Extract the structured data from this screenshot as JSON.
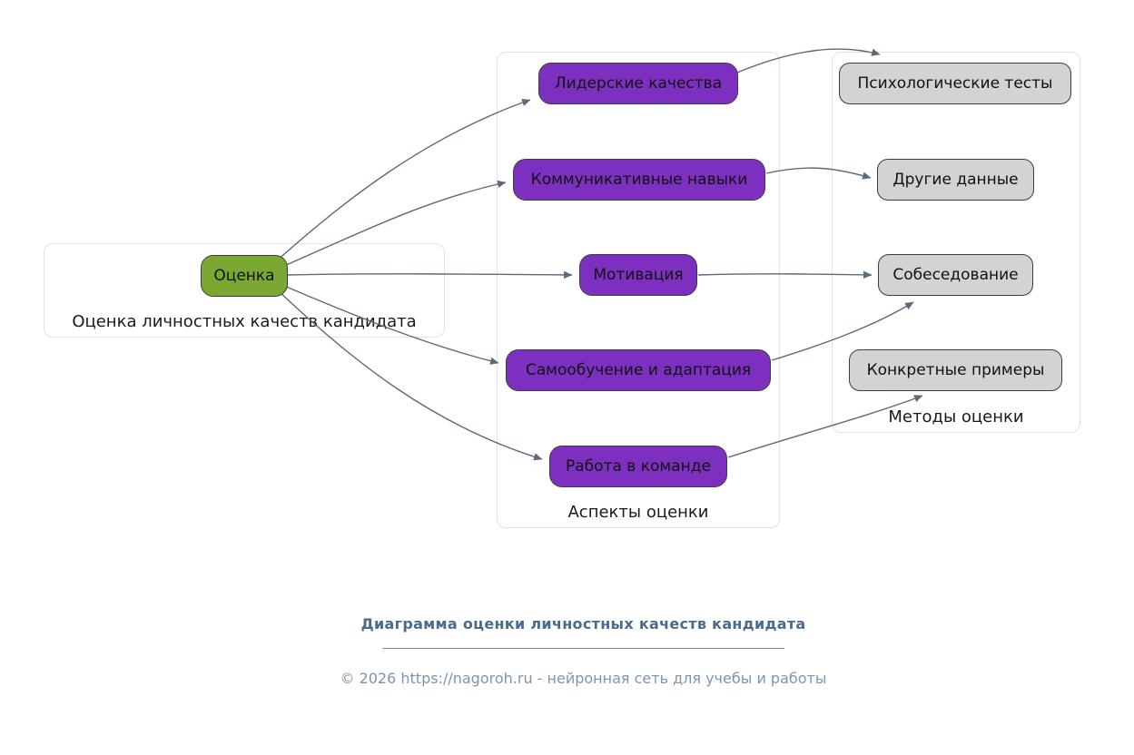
{
  "groups": {
    "candidate": {
      "label": "Оценка личностных качеств кандидата"
    },
    "aspects": {
      "label": "Аспекты оценки"
    },
    "methods": {
      "label": "Методы оценки"
    }
  },
  "nodes": {
    "ocenka": {
      "label": "Оценка",
      "fill": "#7aa832"
    },
    "leadership": {
      "label": "Лидерские качества",
      "fill": "#7d30c0"
    },
    "communication": {
      "label": "Коммуникативные навыки",
      "fill": "#7d30c0"
    },
    "motivation": {
      "label": "Мотивация",
      "fill": "#7d30c0"
    },
    "selflearning": {
      "label": "Самообучение и адаптация",
      "fill": "#7d30c0"
    },
    "teamwork": {
      "label": "Работа в команде",
      "fill": "#7d30c0"
    },
    "tests": {
      "label": "Психологические тесты",
      "fill": "#d3d3d3"
    },
    "otherdata": {
      "label": "Другие данные",
      "fill": "#d3d3d3"
    },
    "interview": {
      "label": "Собеседование",
      "fill": "#d3d3d3"
    },
    "examples": {
      "label": "Конкретные примеры",
      "fill": "#d3d3d3"
    }
  },
  "edges": [
    {
      "from": "Оценка",
      "to": "Лидерские качества"
    },
    {
      "from": "Оценка",
      "to": "Коммуникативные навыки"
    },
    {
      "from": "Оценка",
      "to": "Мотивация"
    },
    {
      "from": "Оценка",
      "to": "Самообучение и адаптация"
    },
    {
      "from": "Оценка",
      "to": "Работа в команде"
    },
    {
      "from": "Лидерские качества",
      "to": "Психологические тесты"
    },
    {
      "from": "Коммуникативные навыки",
      "to": "Другие данные"
    },
    {
      "from": "Мотивация",
      "to": "Собеседование"
    },
    {
      "from": "Самообучение и адаптация",
      "to": "Собеседование"
    },
    {
      "from": "Работа в команде",
      "to": "Конкретные примеры"
    }
  ],
  "colors": {
    "edge": "#5b6b7b",
    "green_node": "#7aa832",
    "purple_node": "#7d30c0",
    "gray_node": "#d3d3d3"
  },
  "footer": {
    "title": "Диаграмма оценки личностных качеств кандидата",
    "copyright": "© 2026 https://nagoroh.ru - нейронная сеть для учебы и работы"
  }
}
